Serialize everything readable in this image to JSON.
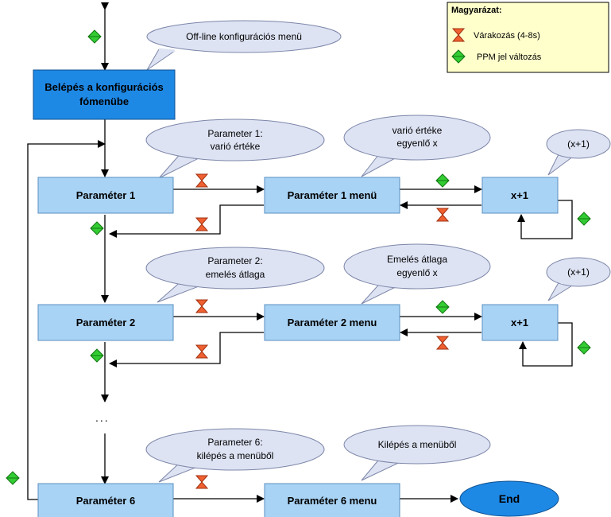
{
  "colors": {
    "box_fill": "#a9d3f5",
    "entry_fill": "#1e88e5",
    "end_fill": "#1e88e5",
    "bubble_fill": "#dde3f3",
    "legend_fill": "#ffffcc",
    "hourglass": "#f06030",
    "diamond": "#33cc33",
    "line": "#000000"
  },
  "entry": {
    "line1": "Belépés a konfigurációs",
    "line2": "fómenübe"
  },
  "bubbles": {
    "offline": "Off-line konfigurációs menü",
    "p1_line1": "Parameter 1:",
    "p1_line2": "varió értéke",
    "p1menu_line1": "varió értéke",
    "p1menu_line2": "egyenlő x",
    "x1a": "(x+1)",
    "p2_line1": "Parameter 2:",
    "p2_line2": "emelés átlaga",
    "p2menu_line1": "Emelés átlaga",
    "p2menu_line2": "egyenlő x",
    "x1b": "(x+1)",
    "p6_line1": "Parameter 6:",
    "p6_line2": "kilépés a menüből",
    "exit": "Kilépés a menüből"
  },
  "boxes": {
    "param1": "Paraméter 1",
    "param1_menu": "Paraméter 1 menü",
    "x1a": "x+1",
    "param2": "Paraméter 2",
    "param2_menu": "Paraméter 2 menu",
    "x1b": "x+1",
    "param6": "Paraméter 6",
    "param6_menu": "Paraméter 6 menu",
    "end": "End"
  },
  "ellipsis": "...",
  "legend": {
    "title": "Magyarázat:",
    "wait": "Várakozás (4-8s)",
    "ppm": "PPM jel változás"
  }
}
